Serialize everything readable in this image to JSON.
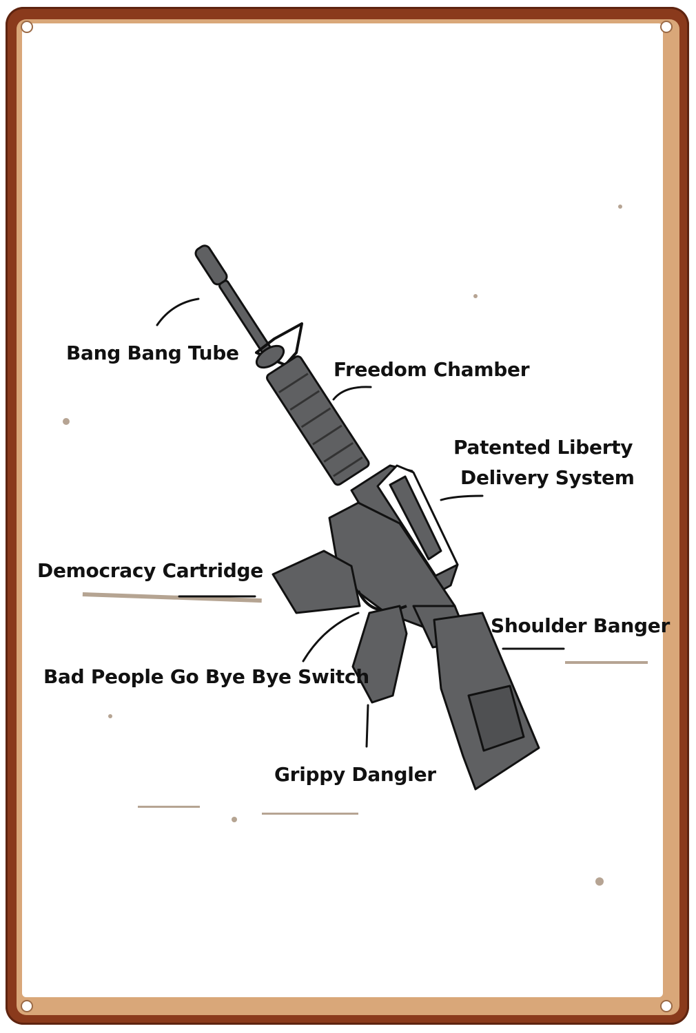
{
  "labels": {
    "bang_bang_tube": "Bang Bang Tube",
    "freedom_chamber": "Freedom Chamber",
    "patented_liberty_line1": "Patented Liberty",
    "patented_liberty_line2": "Delivery System",
    "democracy_cartridge": "Democracy Cartridge",
    "shoulder_banger": "Shoulder Banger",
    "bad_people_switch": "Bad People Go Bye Bye Switch",
    "grippy_dangler": "Grippy Dangler"
  },
  "colors": {
    "rust": "#8a3a1c",
    "tan_border": "#d9a779",
    "rifle": "#5f6062",
    "rifle_outline": "#111111",
    "stain": "#7a5a3a"
  }
}
